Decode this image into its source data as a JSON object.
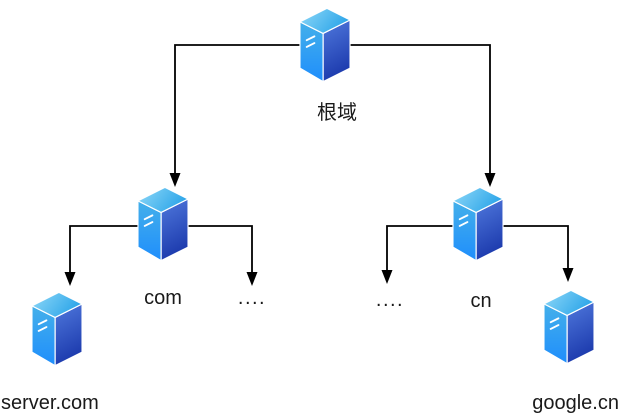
{
  "diagram": {
    "type": "dns-hierarchy-tree",
    "background": "#ffffff",
    "line_color": "#000000",
    "text_color": "#1a1a1a"
  },
  "nodes": {
    "root": {
      "label": "根域",
      "icon": "server-icon"
    },
    "com": {
      "label": "com",
      "icon": "server-icon"
    },
    "cn": {
      "label": "cn",
      "icon": "server-icon"
    },
    "server_com": {
      "label": "server.com",
      "icon": "server-icon"
    },
    "google_cn": {
      "label": "google.cn",
      "icon": "server-icon"
    },
    "dots_left": {
      "label": "...."
    },
    "dots_right": {
      "label": "...."
    }
  },
  "edges": [
    {
      "from": "root",
      "to": "com"
    },
    {
      "from": "root",
      "to": "cn"
    },
    {
      "from": "com",
      "to": "server_com"
    },
    {
      "from": "com",
      "to": "dots_left"
    },
    {
      "from": "cn",
      "to": "dots_right"
    },
    {
      "from": "cn",
      "to": "google_cn"
    }
  ],
  "icon_colors": {
    "top_light": "#90d9f8",
    "top_dark": "#2ea6e9",
    "left_top": "#44b0ea",
    "left_bottom": "#1f8efc",
    "right_top": "#5079dd",
    "right_bottom": "#1c3aad",
    "edge_stroke": "#ffffff"
  }
}
